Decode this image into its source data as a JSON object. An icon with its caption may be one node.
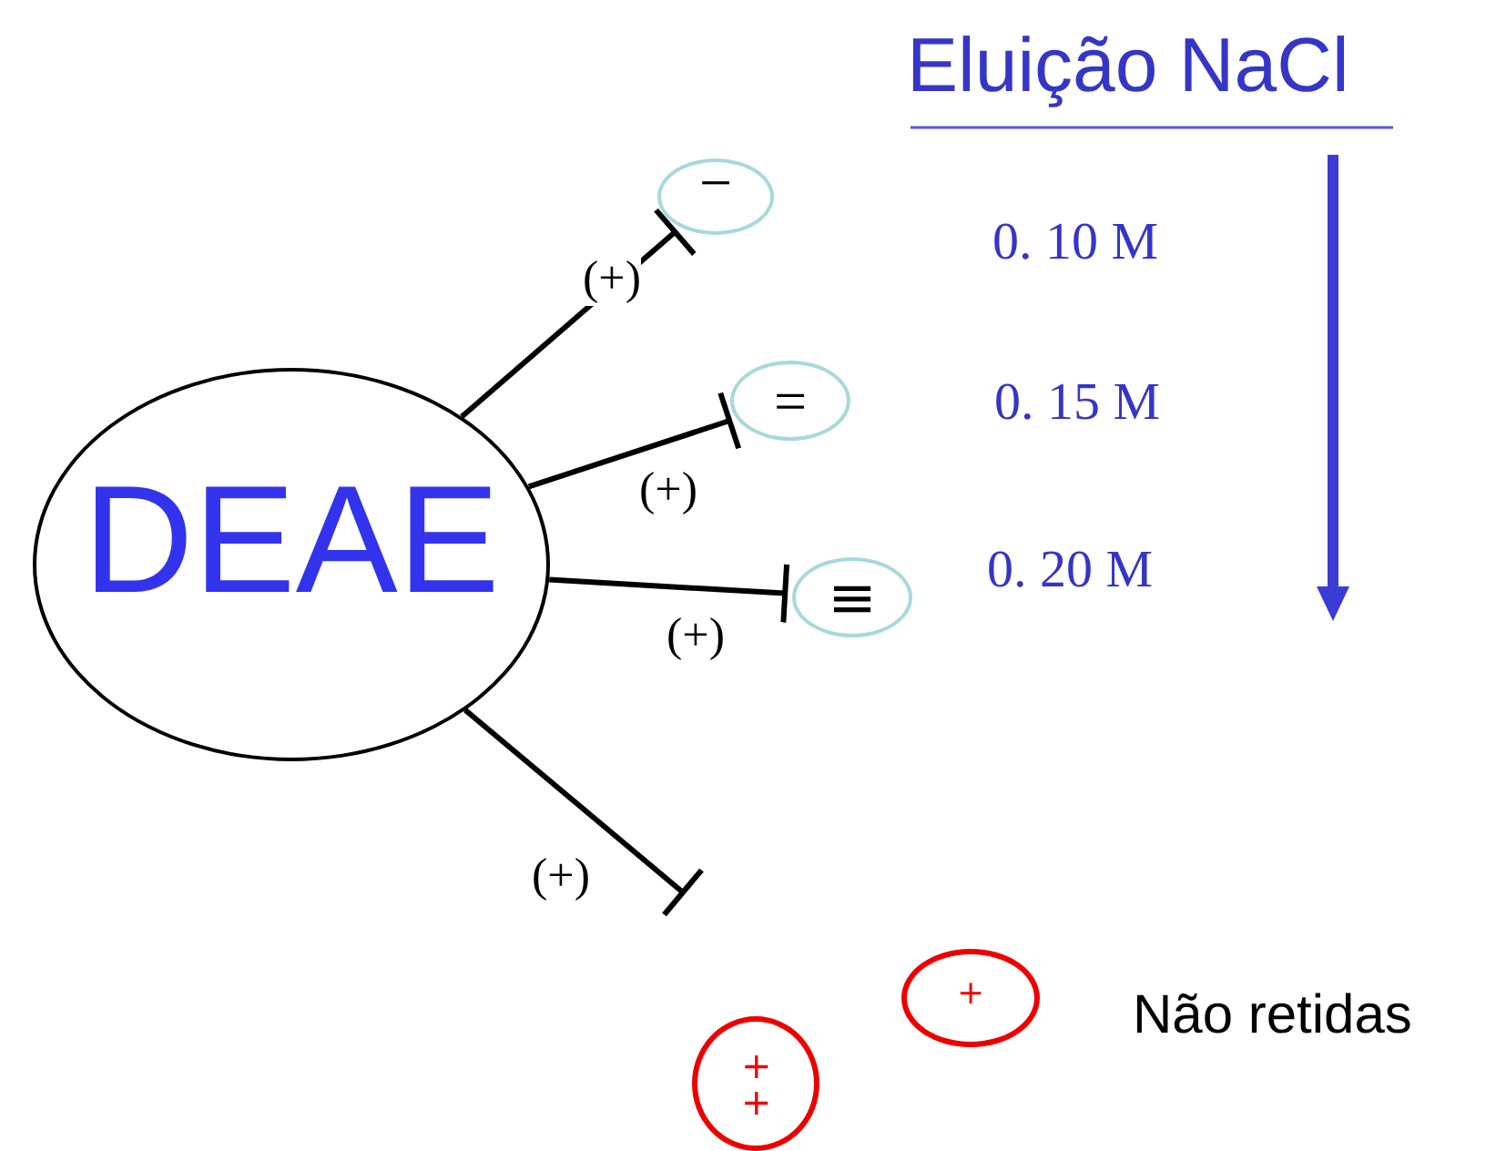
{
  "diagram": {
    "nodes": [
      {
        "text": [
          "DEAE"
        ]
      },
      {
        "text": [
          "−"
        ]
      },
      {
        "text": [
          "="
        ]
      },
      {
        "text": [
          "≡"
        ]
      },
      {
        "text": [
          "+"
        ]
      },
      {
        "text": [
          "+ +"
        ]
      }
    ],
    "edges": [
      {
        "from": 0,
        "to": 1,
        "arrow": "other",
        "label": "(+)"
      },
      {
        "from": 0,
        "to": 2,
        "arrow": "other",
        "label": "(+)"
      },
      {
        "from": 0,
        "to": 3,
        "arrow": "other",
        "label": "(+)"
      },
      {
        "from": 0,
        "to": null,
        "arrow": "other",
        "label": "(+)"
      }
    ],
    "labels": [
      "Eluição NaCl",
      "0. 10 M",
      "0. 15 M",
      "0. 20 M",
      "Não retidas"
    ]
  }
}
